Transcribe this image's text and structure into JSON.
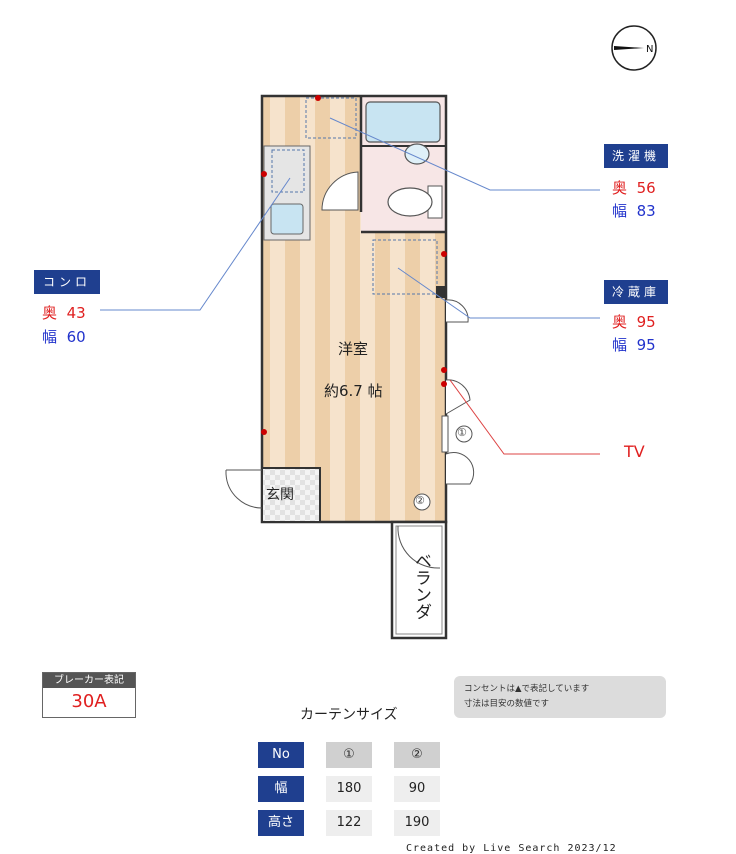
{
  "compass": {
    "label": "N"
  },
  "labels": {
    "konro": {
      "title": "コンロ",
      "depth_label": "奥",
      "depth": "43",
      "width_label": "幅",
      "width": "60"
    },
    "sentakuki": {
      "title": "洗濯機",
      "depth_label": "奥",
      "depth": "56",
      "width_label": "幅",
      "width": "83"
    },
    "reizoko": {
      "title": "冷蔵庫",
      "depth_label": "奥",
      "depth": "95",
      "width_label": "幅",
      "width": "95"
    },
    "tv": "TV"
  },
  "rooms": {
    "main_name": "洋室",
    "main_size": "約6.7 帖",
    "entrance": "玄関",
    "veranda": "ベランダ",
    "window1": "①",
    "window2": "②"
  },
  "breaker": {
    "title": "ブレーカー表記",
    "value": "30A"
  },
  "note": {
    "line1": "コンセントは▲で表記しています",
    "line2": "寸法は目安の数値です"
  },
  "curtain": {
    "title": "カーテンサイズ",
    "headers": [
      "No",
      "幅",
      "高さ"
    ],
    "columns": [
      {
        "no": "①",
        "width": "180",
        "height": "122"
      },
      {
        "no": "②",
        "width": "90",
        "height": "190"
      }
    ]
  },
  "credit": "Created by Live Search  2023/12",
  "colors": {
    "accent": "#1f3f8f",
    "outlet": "#cc0000",
    "floor_light": "#f6e3cc",
    "floor_dark": "#ebcaa3"
  }
}
